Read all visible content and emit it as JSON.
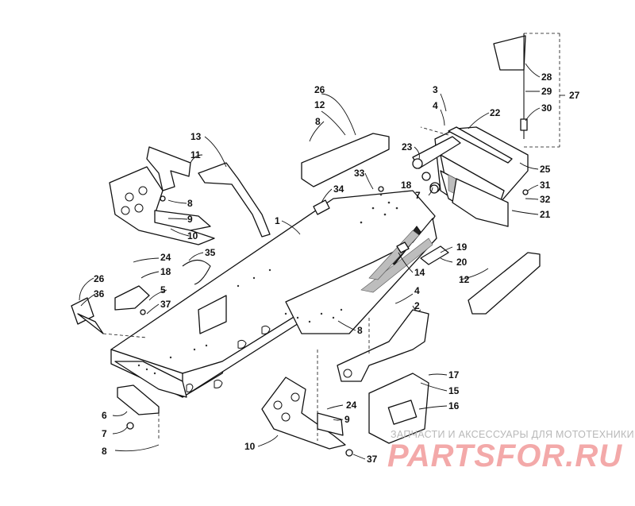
{
  "diagram": {
    "callouts": [
      {
        "id": "c1",
        "text": "1"
      },
      {
        "id": "c2",
        "text": "2"
      },
      {
        "id": "c3",
        "text": "3"
      },
      {
        "id": "c4a",
        "text": "4"
      },
      {
        "id": "c4b",
        "text": "4"
      },
      {
        "id": "c5",
        "text": "5"
      },
      {
        "id": "c6",
        "text": "6"
      },
      {
        "id": "c7a",
        "text": "7"
      },
      {
        "id": "c7b",
        "text": "7"
      },
      {
        "id": "c8a",
        "text": "8"
      },
      {
        "id": "c8b",
        "text": "8"
      },
      {
        "id": "c8c",
        "text": "8"
      },
      {
        "id": "c8d",
        "text": "8"
      },
      {
        "id": "c9a",
        "text": "9"
      },
      {
        "id": "c9b",
        "text": "9"
      },
      {
        "id": "c10a",
        "text": "10"
      },
      {
        "id": "c10b",
        "text": "10"
      },
      {
        "id": "c11",
        "text": "11"
      },
      {
        "id": "c12a",
        "text": "12"
      },
      {
        "id": "c12b",
        "text": "12"
      },
      {
        "id": "c13",
        "text": "13"
      },
      {
        "id": "c14",
        "text": "14"
      },
      {
        "id": "c15",
        "text": "15"
      },
      {
        "id": "c16",
        "text": "16"
      },
      {
        "id": "c17",
        "text": "17"
      },
      {
        "id": "c18a",
        "text": "18"
      },
      {
        "id": "c18b",
        "text": "18"
      },
      {
        "id": "c19",
        "text": "19"
      },
      {
        "id": "c20",
        "text": "20"
      },
      {
        "id": "c21",
        "text": "21"
      },
      {
        "id": "c22",
        "text": "22"
      },
      {
        "id": "c23",
        "text": "23"
      },
      {
        "id": "c24a",
        "text": "24"
      },
      {
        "id": "c24b",
        "text": "24"
      },
      {
        "id": "c25",
        "text": "25"
      },
      {
        "id": "c26a",
        "text": "26"
      },
      {
        "id": "c26b",
        "text": "26"
      },
      {
        "id": "c27",
        "text": "27"
      },
      {
        "id": "c28",
        "text": "28"
      },
      {
        "id": "c29",
        "text": "29"
      },
      {
        "id": "c30",
        "text": "30"
      },
      {
        "id": "c31",
        "text": "31"
      },
      {
        "id": "c32",
        "text": "32"
      },
      {
        "id": "c33",
        "text": "33"
      },
      {
        "id": "c34",
        "text": "34"
      },
      {
        "id": "c35",
        "text": "35"
      },
      {
        "id": "c36",
        "text": "36"
      },
      {
        "id": "c37a",
        "text": "37"
      },
      {
        "id": "c37b",
        "text": "37"
      }
    ]
  },
  "watermark": {
    "line1": "ЗАПЧАСТИ И АКСЕССУАРЫ ДЛЯ МОТОТЕХНИКИ",
    "line2": "PARTSFOR.RU"
  }
}
